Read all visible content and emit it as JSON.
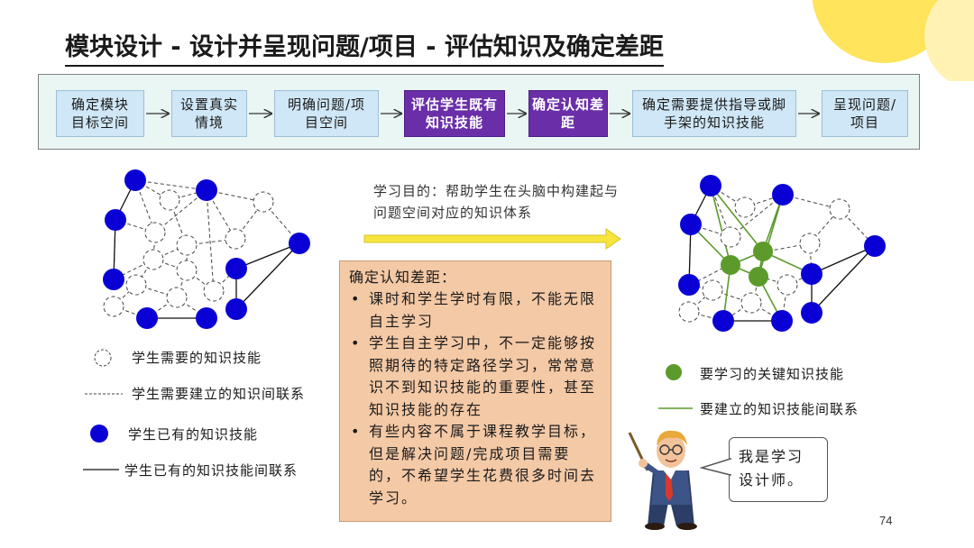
{
  "title": "模块设计 - 设计并呈现问题/项目 - 评估知识及确定差距",
  "flow_steps": [
    {
      "label": "确定模块目标空间",
      "highlight": false
    },
    {
      "label": "设置真实情境",
      "highlight": false
    },
    {
      "label": "明确问题/项目空间",
      "highlight": false
    },
    {
      "label": "评估学生既有知识技能",
      "highlight": true
    },
    {
      "label": "确定认知差距",
      "highlight": true
    },
    {
      "label": "确定需要提供指导或脚手架的知识技能",
      "highlight": false
    },
    {
      "label": "呈现问题/项目",
      "highlight": false
    }
  ],
  "legend_left": {
    "needed_skill": "学生需要的知识技能",
    "needed_link": "学生需要建立的知识间联系",
    "existing_skill": "学生已有的知识技能",
    "existing_link": "学生已有的知识技能间联系"
  },
  "learning_goal": "学习目的：帮助学生在头脑中构建起与问题空间对应的知识体系",
  "gap": {
    "title": "确定认知差距：",
    "items": [
      "课时和学生学时有限，不能无限自主学习",
      "学生自主学习中，不一定能够按照期待的特定路径学习，常常意识不到知识技能的重要性，甚至知识技能的存在",
      "有些内容不属于课程教学目标，但是解决问题/完成项目需要的，不希望学生花费很多时间去学习。"
    ]
  },
  "legend_right": {
    "key_skill": "要学习的关键知识技能",
    "key_link": "要建立的知识技能间联系"
  },
  "speech": "我是学习设计师。",
  "page_number": "74",
  "colors": {
    "highlight_purple": "#6a2fa8",
    "step_blue": "#cfe7f6",
    "known_node_blue": "#0a00d6",
    "key_node_green": "#5c9a2c",
    "gap_box_orange": "#f4c9a6",
    "arrow_yellow": "#f7e43c",
    "deco_yellow": "#ffe45c"
  }
}
